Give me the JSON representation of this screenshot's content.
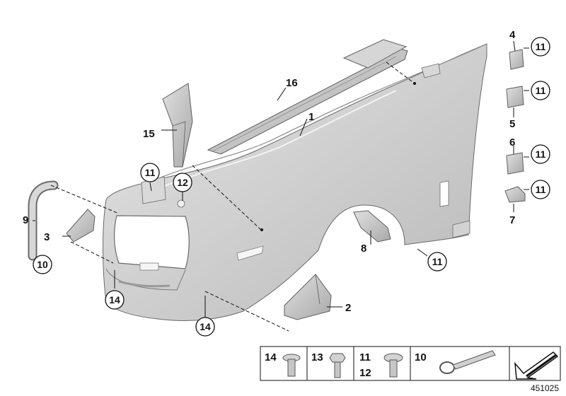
{
  "diagram": {
    "reference_number": "451025",
    "part_labels": {
      "p1": "1",
      "p2": "2",
      "p3": "3",
      "p4": "4",
      "p5": "5",
      "p6": "6",
      "p7": "7",
      "p8": "8",
      "p9": "9",
      "p16": "16",
      "p15": "15"
    },
    "circled_labels": {
      "c11a": "11",
      "c11b": "11",
      "c11c": "11",
      "c11d": "11",
      "c11e": "11",
      "c11f": "11",
      "c12": "12",
      "c10": "10",
      "c14a": "14",
      "c14b": "14"
    },
    "legend": {
      "cell1": "14",
      "cell2": "13",
      "cell3_top": "11",
      "cell3_bottom": "12",
      "cell4": "10"
    }
  }
}
